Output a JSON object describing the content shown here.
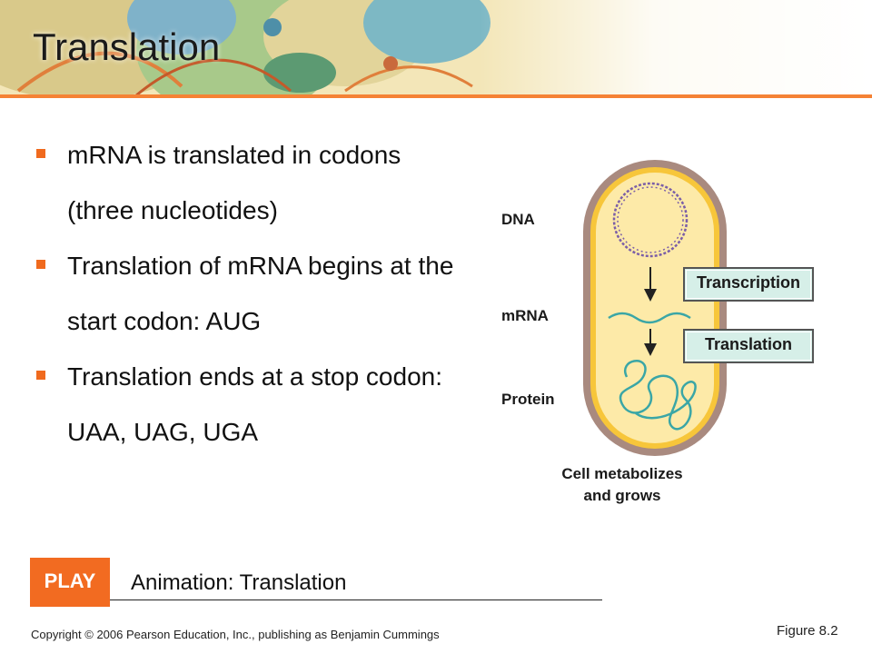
{
  "slide": {
    "title": "Translation"
  },
  "bullets": [
    "mRNA is translated in codons (three nucleotides)",
    "Translation of mRNA begins at the start codon: AUG",
    "Translation ends at a stop codon: UAA, UAG, UGA"
  ],
  "diagram": {
    "labels": {
      "dna": "DNA",
      "mrna": "mRNA",
      "protein": "Protein"
    },
    "steps": {
      "transcription": "Transcription",
      "translation": "Translation"
    },
    "caption_line1": "Cell metabolizes",
    "caption_line2": "and grows"
  },
  "footer": {
    "play_label": "PLAY",
    "animation_label": "Animation: Translation",
    "copyright": "Copyright © 2006 Pearson Education, Inc., publishing as Benjamin Cummings",
    "figure_ref": "Figure 8.2"
  },
  "colors": {
    "accent": "#f26b21",
    "bullet": "#f06a1e",
    "process_box": "#d6efe8",
    "cell_wall": "#a98a7f",
    "cell_membrane": "#f7c63a",
    "cytoplasm": "#fdeaa8",
    "nucleic_acid": "#7b5ea7",
    "mrna_protein": "#3aa6a6"
  }
}
